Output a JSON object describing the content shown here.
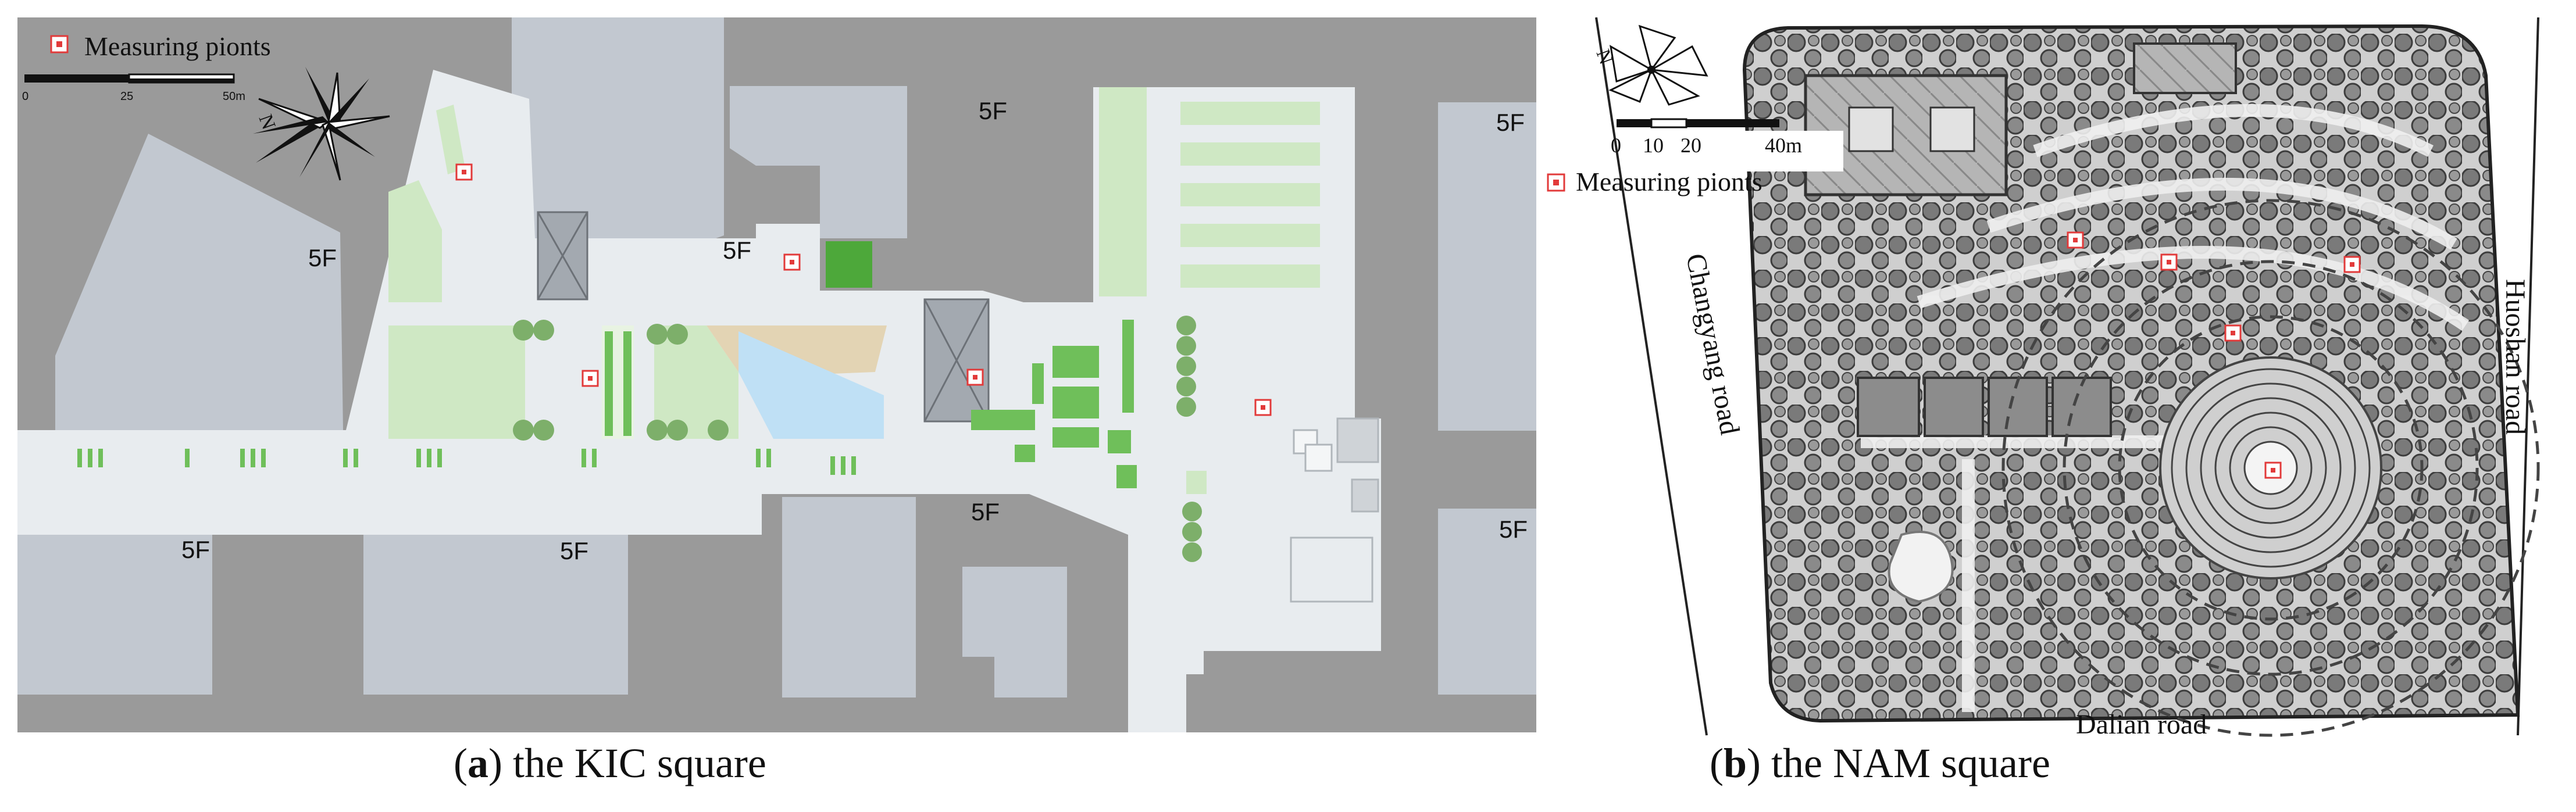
{
  "panel_a": {
    "legend_label": "Measuring pionts",
    "scale_ticks": [
      "0",
      "25",
      "50m"
    ],
    "north_letter": "N",
    "floor_labels": [
      "5F",
      "5F",
      "5F",
      "5F",
      "5F",
      "5F",
      "5F",
      "5F"
    ],
    "caption_letter": "a",
    "caption_text": " the KIC square",
    "colors": {
      "background": "#9a9a9a",
      "building": "#c2c8d0",
      "plaza": "#e8ecef",
      "lawn": "#cfe8c4",
      "planter": "#6fbf5a",
      "sand": "#e3d4b4",
      "water": "#bfe0f5",
      "marker": "#e23a3a"
    }
  },
  "panel_b": {
    "legend_label": "Measuring pionts",
    "scale_ticks": [
      "0",
      "10",
      "20",
      "40m"
    ],
    "north_letter": "N",
    "road_labels": {
      "left": "Changyang road",
      "right": "Huoshan road",
      "bottom": "Dalian road"
    },
    "caption_letter": "b",
    "caption_text": " the NAM square",
    "colors": {
      "ground": "#d9d9d9",
      "tree": "#6e6e6e",
      "path": "#ededed",
      "marker": "#e23a3a"
    }
  }
}
